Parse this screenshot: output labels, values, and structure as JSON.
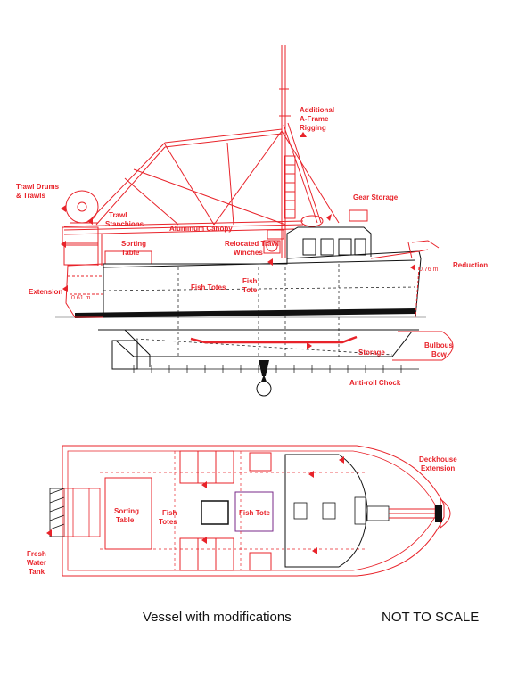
{
  "caption": "Vessel with modifications",
  "scale_note": "NOT TO SCALE",
  "colors": {
    "modification": "#e8232a",
    "existing": "#111111"
  },
  "profile_labels": {
    "additional_aframe": [
      "Additional",
      "A-Frame",
      "Rigging"
    ],
    "gear_storage": "Gear Storage",
    "trawl_drums": [
      "Trawl Drums",
      "& Trawls"
    ],
    "trawl_stanchions": [
      "Trawl",
      "Stanchions"
    ],
    "aluminum_canopy": "Aluminum Canopy",
    "sorting_table": [
      "Sorting",
      "Table"
    ],
    "relocated_winches": [
      "Relocated Trawl",
      "Winches"
    ],
    "fish_totes": "Fish Totes",
    "fish_tote": [
      "Fish",
      "Tote"
    ],
    "extension": "Extension",
    "reduction": "Reduction",
    "dim_stern": "0.61 m",
    "dim_bow": "0.76 m",
    "storage": "Storage",
    "bulbous_bow": [
      "Bulbous",
      "Bow"
    ],
    "anti_roll": "Anti-roll Chock"
  },
  "plan_labels": {
    "deckhouse_extension": [
      "Deckhouse",
      "Extension"
    ],
    "sorting_table": [
      "Sorting",
      "Table"
    ],
    "fish_totes": [
      "Fish",
      "Totes"
    ],
    "fish_tote": "Fish Tote",
    "fresh_water_tank": [
      "Fresh",
      "Water",
      "Tank"
    ]
  }
}
